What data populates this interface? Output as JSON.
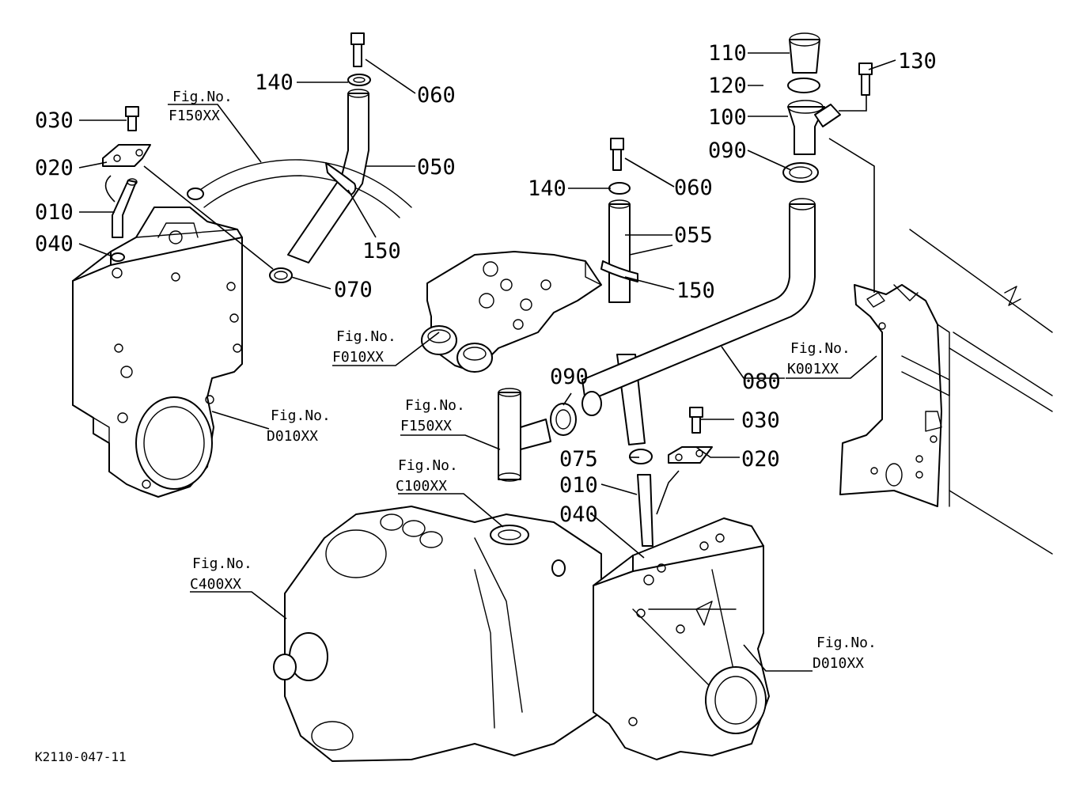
{
  "diagram_id": "K2110-047-11",
  "fig_label": "Fig.No.",
  "callouts": {
    "p030_left": "030",
    "p020_left": "020",
    "p010_left": "010",
    "p040_left": "040",
    "p140_top": "140",
    "p060_top": "060",
    "p050": "050",
    "p150_top": "150",
    "p070": "070",
    "p140_mid": "140",
    "p060_mid": "060",
    "p055": "055",
    "p150_mid": "150",
    "p110": "110",
    "p120": "120",
    "p100": "100",
    "p090_top": "090",
    "p130": "130",
    "p080": "080",
    "p090_mid": "090",
    "p030_right": "030",
    "p075": "075",
    "p020_right": "020",
    "p010_right": "010",
    "p040_right": "040"
  },
  "fig_refs": {
    "f150_top": "F150XX",
    "f010": "F010XX",
    "d010_left": "D010XX",
    "f150_mid": "F150XX",
    "c100": "C100XX",
    "c400": "C400XX",
    "k001": "K001XX",
    "d010_right": "D010XX"
  }
}
